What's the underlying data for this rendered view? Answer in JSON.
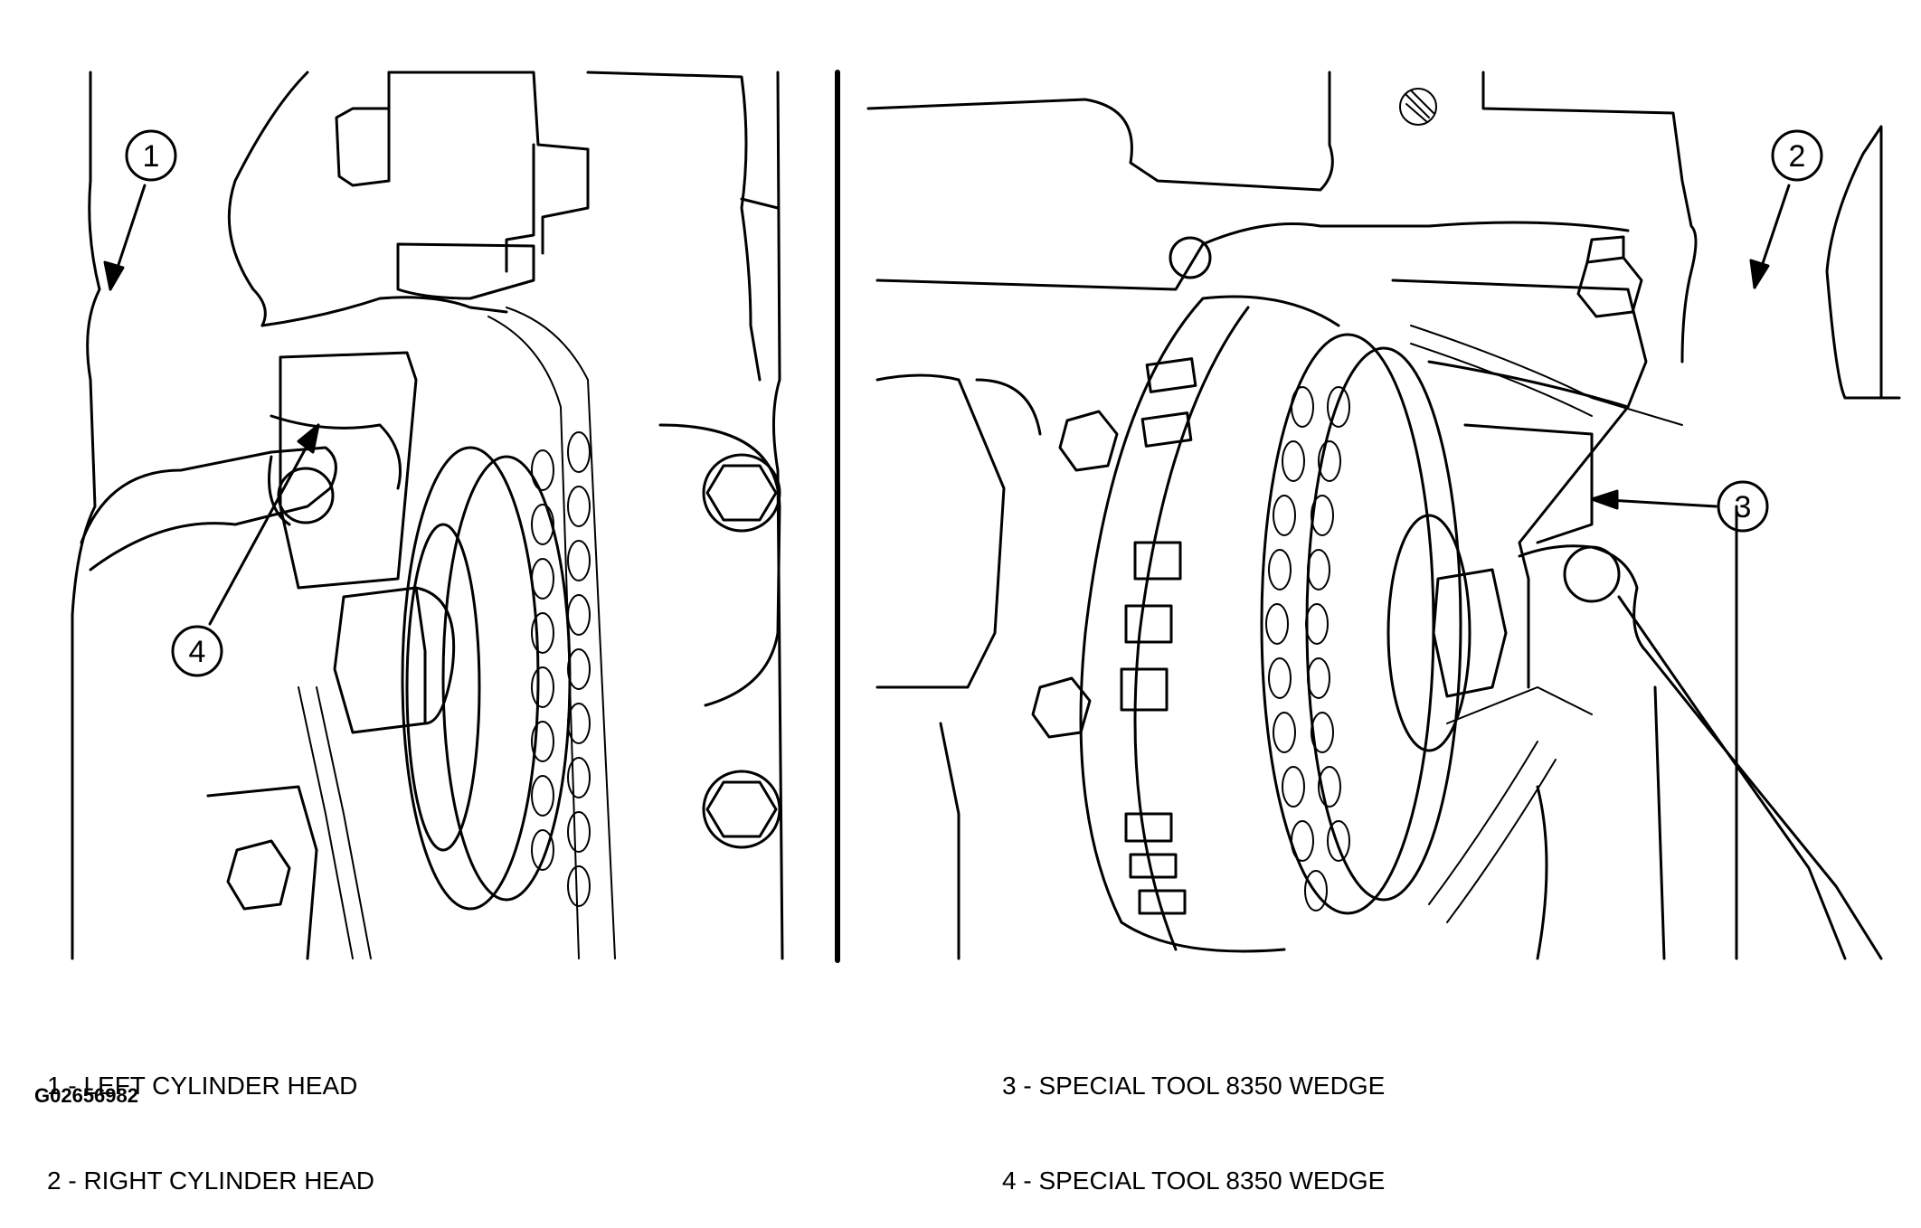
{
  "callouts": {
    "c1": "1",
    "c2": "2",
    "c3": "3",
    "c4": "4"
  },
  "legend": {
    "left": [
      "1 - LEFT CYLINDER HEAD",
      "2 - RIGHT CYLINDER HEAD"
    ],
    "right": [
      "3 - SPECIAL TOOL 8350 WEDGE",
      "4 - SPECIAL TOOL 8350 WEDGE"
    ]
  },
  "figure_id": "G02656982"
}
